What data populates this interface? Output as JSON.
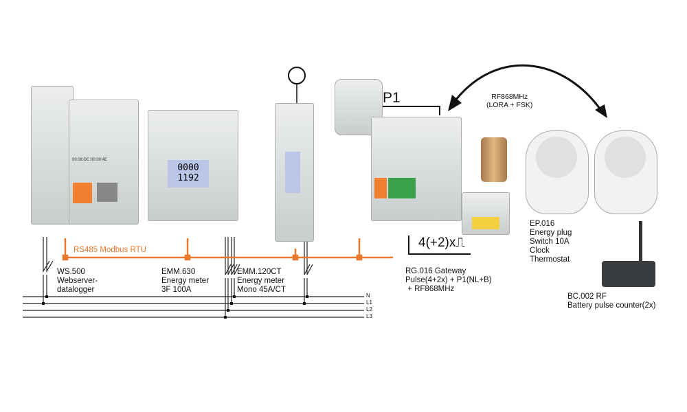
{
  "bus": {
    "label": "RS485 Modbus RTU",
    "color": "#e8782a"
  },
  "phases": [
    "N",
    "L1",
    "L2",
    "L3"
  ],
  "devices": {
    "ws500": {
      "lines": [
        "WS.500",
        "Webserver-",
        "datalogger"
      ],
      "screen_text": "00:08:DC:00:00:4E"
    },
    "emm630": {
      "lines": [
        "EMM.630",
        "Energy meter",
        "3F 100A"
      ],
      "display": [
        "0000",
        "1192"
      ]
    },
    "emm120ct": {
      "lines": [
        "EMM.120CT",
        "Energy meter",
        "Mono 45A/CT"
      ]
    },
    "p1": {
      "label": "P1"
    },
    "pulse": {
      "label": "4(+2)x⎍"
    },
    "rg016": {
      "lines": [
        "RG.016 Gateway",
        "Pulse(4+2x) + P1(NL+B)",
        " + RF868MHz"
      ]
    },
    "rf": {
      "lines": [
        "RF868MHz",
        "(LORA + FSK)"
      ]
    },
    "ep016": {
      "lines": [
        "EP.016",
        "Energy plug",
        "Switch 10A",
        "Clock",
        "Thermostat"
      ]
    },
    "bc002": {
      "lines": [
        "BC.002 RF",
        "Battery pulse counter(2x)"
      ]
    }
  }
}
